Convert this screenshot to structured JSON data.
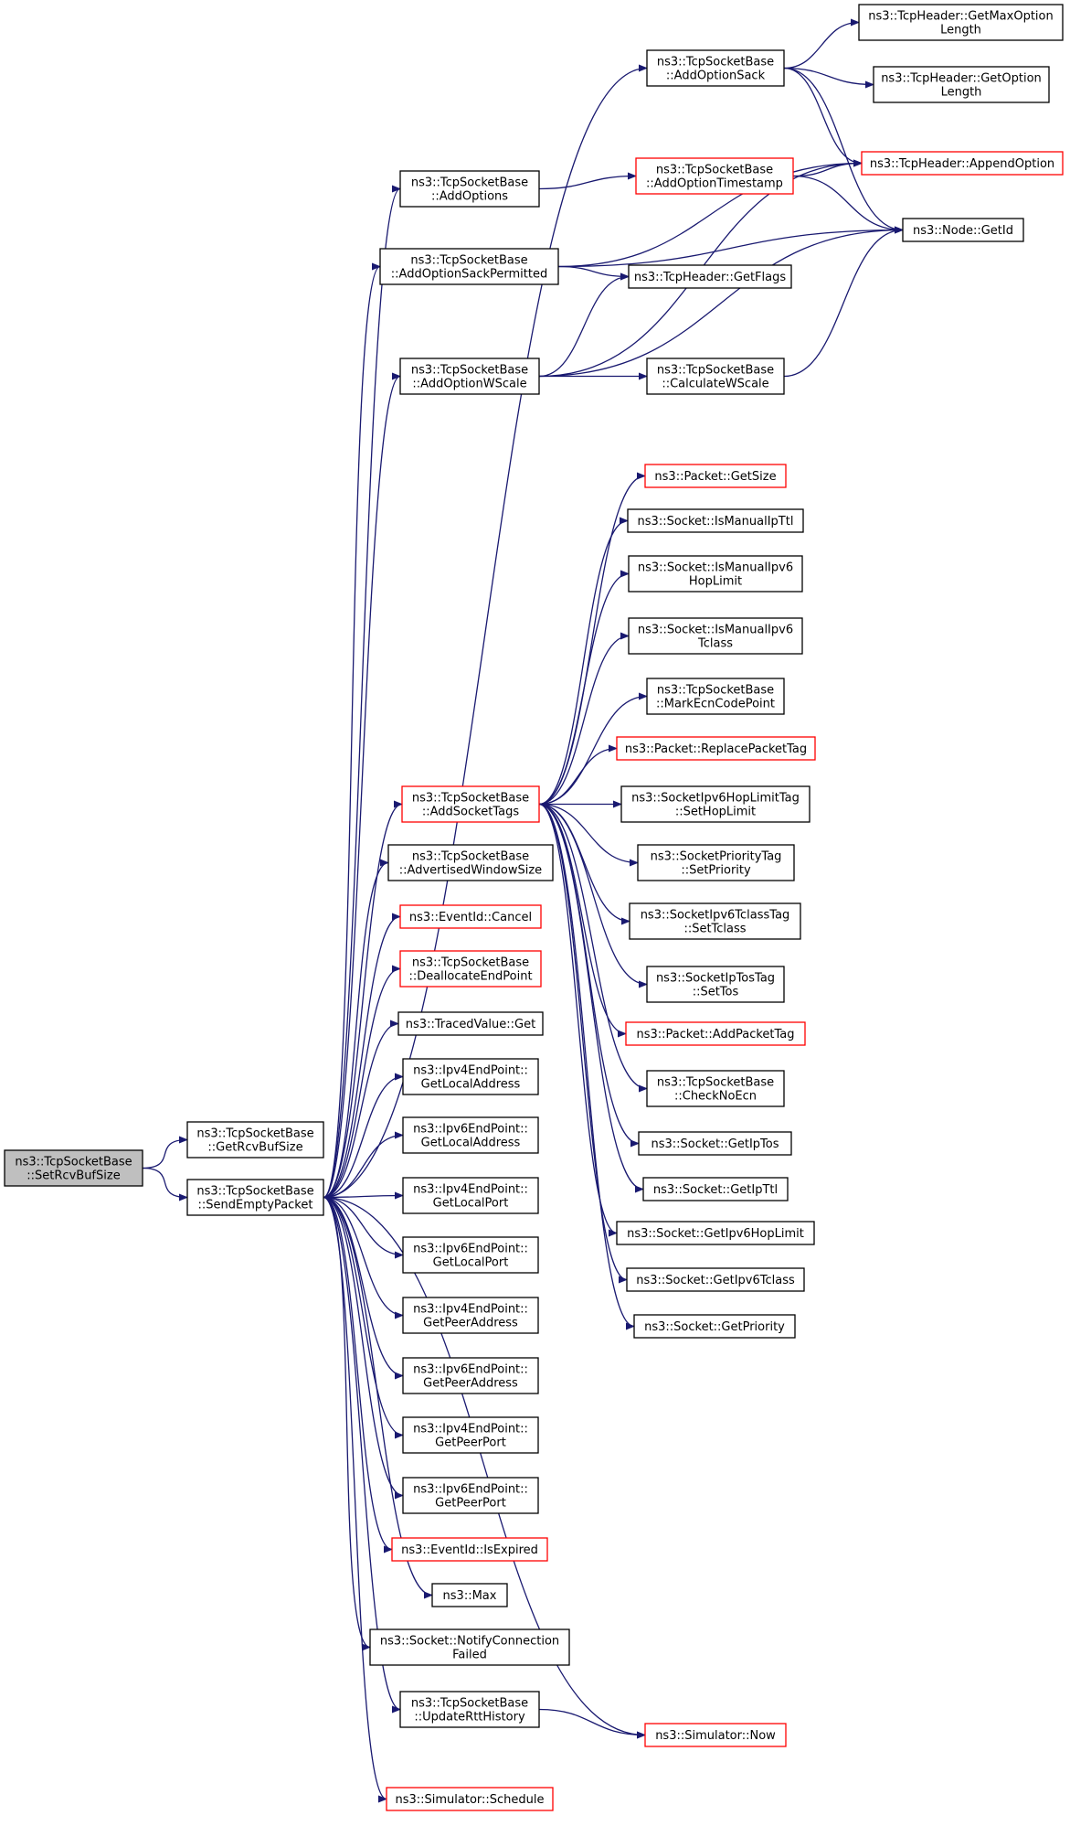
{
  "colors": {
    "edge": "#191970",
    "border_normal": "#000000",
    "border_undocumented": "#ff0000",
    "root_fill": "#bfbfbf"
  },
  "nodes": [
    {
      "id": "setrcv",
      "lines": [
        "ns3::TcpSocketBase",
        "::SetRcvBufSize"
      ],
      "style": "root"
    },
    {
      "id": "getrcv",
      "lines": [
        "ns3::TcpSocketBase",
        "::GetRcvBufSize"
      ],
      "style": "black"
    },
    {
      "id": "sendempty",
      "lines": [
        "ns3::TcpSocketBase",
        "::SendEmptyPacket"
      ],
      "style": "black"
    },
    {
      "id": "addoptsack",
      "lines": [
        "ns3::TcpSocketBase",
        "::AddOptionSack"
      ],
      "style": "black"
    },
    {
      "id": "getmaxopt",
      "lines": [
        "ns3::TcpHeader::GetMaxOption",
        "Length"
      ],
      "style": "black"
    },
    {
      "id": "getoptlen",
      "lines": [
        "ns3::TcpHeader::GetOption",
        "Length"
      ],
      "style": "black"
    },
    {
      "id": "appendopt",
      "lines": [
        "ns3::TcpHeader::AppendOption"
      ],
      "style": "red"
    },
    {
      "id": "addoptions",
      "lines": [
        "ns3::TcpSocketBase",
        "::AddOptions"
      ],
      "style": "black"
    },
    {
      "id": "addoptts",
      "lines": [
        "ns3::TcpSocketBase",
        "::AddOptionTimestamp"
      ],
      "style": "red"
    },
    {
      "id": "nodegetid",
      "lines": [
        "ns3::Node::GetId"
      ],
      "style": "black"
    },
    {
      "id": "addoptsackperm",
      "lines": [
        "ns3::TcpSocketBase",
        "::AddOptionSackPermitted"
      ],
      "style": "black"
    },
    {
      "id": "getflags",
      "lines": [
        "ns3::TcpHeader::GetFlags"
      ],
      "style": "black"
    },
    {
      "id": "addoptwscale",
      "lines": [
        "ns3::TcpSocketBase",
        "::AddOptionWScale"
      ],
      "style": "black"
    },
    {
      "id": "calcwscale",
      "lines": [
        "ns3::TcpSocketBase",
        "::CalculateWScale"
      ],
      "style": "black"
    },
    {
      "id": "pktgetsize",
      "lines": [
        "ns3::Packet::GetSize"
      ],
      "style": "red"
    },
    {
      "id": "ismaniplttl",
      "lines": [
        "ns3::Socket::IsManualIpTtl"
      ],
      "style": "black"
    },
    {
      "id": "ismanv6hop",
      "lines": [
        "ns3::Socket::IsManualIpv6",
        "HopLimit"
      ],
      "style": "black"
    },
    {
      "id": "ismanv6tc",
      "lines": [
        "ns3::Socket::IsManualIpv6",
        "Tclass"
      ],
      "style": "black"
    },
    {
      "id": "markecn",
      "lines": [
        "ns3::TcpSocketBase",
        "::MarkEcnCodePoint"
      ],
      "style": "black"
    },
    {
      "id": "replacetag",
      "lines": [
        "ns3::Packet::ReplacePacketTag"
      ],
      "style": "red"
    },
    {
      "id": "addsockettags",
      "lines": [
        "ns3::TcpSocketBase",
        "::AddSocketTags"
      ],
      "style": "red"
    },
    {
      "id": "sethoplimit",
      "lines": [
        "ns3::SocketIpv6HopLimitTag",
        "::SetHopLimit"
      ],
      "style": "black"
    },
    {
      "id": "setpriority",
      "lines": [
        "ns3::SocketPriorityTag",
        "::SetPriority"
      ],
      "style": "black"
    },
    {
      "id": "advwin",
      "lines": [
        "ns3::TcpSocketBase",
        "::AdvertisedWindowSize"
      ],
      "style": "black"
    },
    {
      "id": "settclass",
      "lines": [
        "ns3::SocketIpv6TclassTag",
        "::SetTclass"
      ],
      "style": "black"
    },
    {
      "id": "evcancel",
      "lines": [
        "ns3::EventId::Cancel"
      ],
      "style": "red"
    },
    {
      "id": "dealloc",
      "lines": [
        "ns3::TcpSocketBase",
        "::DeallocateEndPoint"
      ],
      "style": "red"
    },
    {
      "id": "settos",
      "lines": [
        "ns3::SocketIpTosTag",
        "::SetTos"
      ],
      "style": "black"
    },
    {
      "id": "tracedget",
      "lines": [
        "ns3::TracedValue::Get"
      ],
      "style": "black"
    },
    {
      "id": "addpkttag",
      "lines": [
        "ns3::Packet::AddPacketTag"
      ],
      "style": "red"
    },
    {
      "id": "v4localaddr",
      "lines": [
        "ns3::Ipv4EndPoint::",
        "GetLocalAddress"
      ],
      "style": "black"
    },
    {
      "id": "checknoecn",
      "lines": [
        "ns3::TcpSocketBase",
        "::CheckNoEcn"
      ],
      "style": "black"
    },
    {
      "id": "v6localaddr",
      "lines": [
        "ns3::Ipv6EndPoint::",
        "GetLocalAddress"
      ],
      "style": "black"
    },
    {
      "id": "getiptos",
      "lines": [
        "ns3::Socket::GetIpTos"
      ],
      "style": "black"
    },
    {
      "id": "v4localport",
      "lines": [
        "ns3::Ipv4EndPoint::",
        "GetLocalPort"
      ],
      "style": "black"
    },
    {
      "id": "getipttl",
      "lines": [
        "ns3::Socket::GetIpTtl"
      ],
      "style": "black"
    },
    {
      "id": "getv6hop",
      "lines": [
        "ns3::Socket::GetIpv6HopLimit"
      ],
      "style": "black"
    },
    {
      "id": "v6localport",
      "lines": [
        "ns3::Ipv6EndPoint::",
        "GetLocalPort"
      ],
      "style": "black"
    },
    {
      "id": "getv6tclass",
      "lines": [
        "ns3::Socket::GetIpv6Tclass"
      ],
      "style": "black"
    },
    {
      "id": "getpriority",
      "lines": [
        "ns3::Socket::GetPriority"
      ],
      "style": "black"
    },
    {
      "id": "v4peeraddr",
      "lines": [
        "ns3::Ipv4EndPoint::",
        "GetPeerAddress"
      ],
      "style": "black"
    },
    {
      "id": "v6peeraddr",
      "lines": [
        "ns3::Ipv6EndPoint::",
        "GetPeerAddress"
      ],
      "style": "black"
    },
    {
      "id": "v4peerport",
      "lines": [
        "ns3::Ipv4EndPoint::",
        "GetPeerPort"
      ],
      "style": "black"
    },
    {
      "id": "v6peerport",
      "lines": [
        "ns3::Ipv6EndPoint::",
        "GetPeerPort"
      ],
      "style": "black"
    },
    {
      "id": "evexpired",
      "lines": [
        "ns3::EventId::IsExpired"
      ],
      "style": "red"
    },
    {
      "id": "max",
      "lines": [
        "ns3::Max"
      ],
      "style": "black"
    },
    {
      "id": "notifyfail",
      "lines": [
        "ns3::Socket::NotifyConnection",
        "Failed"
      ],
      "style": "black"
    },
    {
      "id": "updatertt",
      "lines": [
        "ns3::TcpSocketBase",
        "::UpdateRttHistory"
      ],
      "style": "black"
    },
    {
      "id": "simnow",
      "lines": [
        "ns3::Simulator::Now"
      ],
      "style": "red"
    },
    {
      "id": "simschedule",
      "lines": [
        "ns3::Simulator::Schedule"
      ],
      "style": "red"
    }
  ],
  "edges": [
    [
      "setrcv",
      "getrcv"
    ],
    [
      "setrcv",
      "sendempty"
    ],
    [
      "sendempty",
      "addoptsack"
    ],
    [
      "sendempty",
      "addoptions"
    ],
    [
      "sendempty",
      "addoptsackperm"
    ],
    [
      "sendempty",
      "addoptwscale"
    ],
    [
      "sendempty",
      "addsockettags"
    ],
    [
      "sendempty",
      "advwin"
    ],
    [
      "sendempty",
      "evcancel"
    ],
    [
      "sendempty",
      "dealloc"
    ],
    [
      "sendempty",
      "tracedget"
    ],
    [
      "sendempty",
      "v4localaddr"
    ],
    [
      "sendempty",
      "v6localaddr"
    ],
    [
      "sendempty",
      "v4localport"
    ],
    [
      "sendempty",
      "v6localport"
    ],
    [
      "sendempty",
      "v4peeraddr"
    ],
    [
      "sendempty",
      "v6peeraddr"
    ],
    [
      "sendempty",
      "v4peerport"
    ],
    [
      "sendempty",
      "v6peerport"
    ],
    [
      "sendempty",
      "evexpired"
    ],
    [
      "sendempty",
      "max"
    ],
    [
      "sendempty",
      "notifyfail"
    ],
    [
      "sendempty",
      "updatertt"
    ],
    [
      "sendempty",
      "simnow"
    ],
    [
      "sendempty",
      "simschedule"
    ],
    [
      "addoptsack",
      "getmaxopt"
    ],
    [
      "addoptsack",
      "getoptlen"
    ],
    [
      "addoptsack",
      "appendopt"
    ],
    [
      "addoptsack",
      "nodegetid"
    ],
    [
      "addoptions",
      "addoptts"
    ],
    [
      "addoptts",
      "appendopt"
    ],
    [
      "addoptts",
      "nodegetid"
    ],
    [
      "addoptsackperm",
      "appendopt"
    ],
    [
      "addoptsackperm",
      "nodegetid"
    ],
    [
      "addoptsackperm",
      "getflags"
    ],
    [
      "addoptwscale",
      "getflags"
    ],
    [
      "addoptwscale",
      "appendopt"
    ],
    [
      "addoptwscale",
      "calcwscale"
    ],
    [
      "addoptwscale",
      "nodegetid"
    ],
    [
      "calcwscale",
      "nodegetid"
    ],
    [
      "addsockettags",
      "pktgetsize"
    ],
    [
      "addsockettags",
      "ismaniplttl"
    ],
    [
      "addsockettags",
      "ismanv6hop"
    ],
    [
      "addsockettags",
      "ismanv6tc"
    ],
    [
      "addsockettags",
      "markecn"
    ],
    [
      "addsockettags",
      "replacetag"
    ],
    [
      "addsockettags",
      "sethoplimit"
    ],
    [
      "addsockettags",
      "setpriority"
    ],
    [
      "addsockettags",
      "settclass"
    ],
    [
      "addsockettags",
      "settos"
    ],
    [
      "addsockettags",
      "addpkttag"
    ],
    [
      "addsockettags",
      "checknoecn"
    ],
    [
      "addsockettags",
      "getiptos"
    ],
    [
      "addsockettags",
      "getipttl"
    ],
    [
      "addsockettags",
      "getv6hop"
    ],
    [
      "addsockettags",
      "getv6tclass"
    ],
    [
      "addsockettags",
      "getpriority"
    ],
    [
      "updatertt",
      "simnow"
    ]
  ]
}
